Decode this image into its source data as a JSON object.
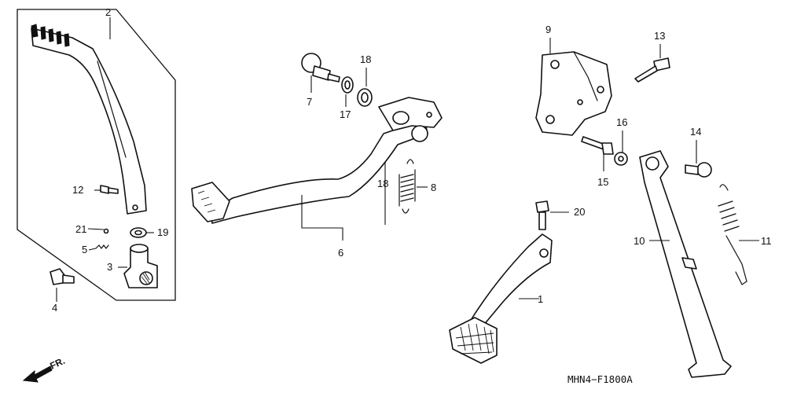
{
  "diagram": {
    "code": "MHN4−F1800A",
    "direction_label": "FR.",
    "callouts": {
      "c1": "1",
      "c2": "2",
      "c3": "3",
      "c4": "4",
      "c5": "5",
      "c6": "6",
      "c7": "7",
      "c8": "8",
      "c9": "9",
      "c10": "10",
      "c11": "11",
      "c12": "12",
      "c13": "13",
      "c14": "14",
      "c15": "15",
      "c16": "16",
      "c17": "17",
      "c18a": "18",
      "c18b": "18",
      "c19": "19",
      "c20": "20",
      "c21": "21"
    }
  }
}
